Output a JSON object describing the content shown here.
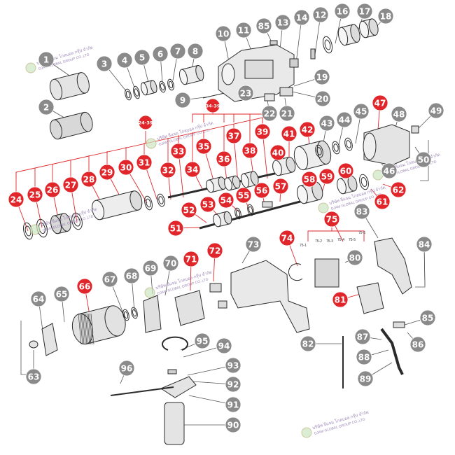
{
  "colors": {
    "gray_callout": "#8a8a8a",
    "red_callout": "#e0262a",
    "line_gray": "#555555",
    "line_red": "#e0262a",
    "part_fill": "#ededed",
    "part_stroke": "#2b2b2b"
  },
  "callouts": [
    {
      "label": "1",
      "kind": "gray"
    },
    {
      "label": "2",
      "kind": "gray"
    },
    {
      "label": "3",
      "kind": "gray"
    },
    {
      "label": "4",
      "kind": "gray"
    },
    {
      "label": "5",
      "kind": "gray"
    },
    {
      "label": "6",
      "kind": "gray"
    },
    {
      "label": "7",
      "kind": "gray"
    },
    {
      "label": "8",
      "kind": "gray"
    },
    {
      "label": "9",
      "kind": "gray"
    },
    {
      "label": "10",
      "kind": "gray"
    },
    {
      "label": "11",
      "kind": "gray"
    },
    {
      "label": "12",
      "kind": "gray"
    },
    {
      "label": "13",
      "kind": "gray"
    },
    {
      "label": "14",
      "kind": "gray"
    },
    {
      "label": "16",
      "kind": "gray"
    },
    {
      "label": "17",
      "kind": "gray"
    },
    {
      "label": "18",
      "kind": "gray"
    },
    {
      "label": "19",
      "kind": "gray"
    },
    {
      "label": "20",
      "kind": "gray"
    },
    {
      "label": "21",
      "kind": "gray"
    },
    {
      "label": "22",
      "kind": "gray"
    },
    {
      "label": "23",
      "kind": "gray"
    },
    {
      "label": "85",
      "kind": "gray"
    },
    {
      "label": "24-39",
      "kind": "red_small"
    },
    {
      "label": "34-39",
      "kind": "red_small"
    },
    {
      "label": "24",
      "kind": "red"
    },
    {
      "label": "25",
      "kind": "red"
    },
    {
      "label": "26",
      "kind": "red"
    },
    {
      "label": "27",
      "kind": "red"
    },
    {
      "label": "28",
      "kind": "red"
    },
    {
      "label": "29",
      "kind": "red"
    },
    {
      "label": "30",
      "kind": "red"
    },
    {
      "label": "31",
      "kind": "red"
    },
    {
      "label": "32",
      "kind": "red"
    },
    {
      "label": "33",
      "kind": "red"
    },
    {
      "label": "34",
      "kind": "red"
    },
    {
      "label": "35",
      "kind": "red"
    },
    {
      "label": "36",
      "kind": "red"
    },
    {
      "label": "37",
      "kind": "red"
    },
    {
      "label": "38",
      "kind": "red"
    },
    {
      "label": "39",
      "kind": "red"
    },
    {
      "label": "40",
      "kind": "red"
    },
    {
      "label": "41",
      "kind": "red"
    },
    {
      "label": "42",
      "kind": "red"
    },
    {
      "label": "43",
      "kind": "gray"
    },
    {
      "label": "44",
      "kind": "gray"
    },
    {
      "label": "45",
      "kind": "gray"
    },
    {
      "label": "46",
      "kind": "gray"
    },
    {
      "label": "47",
      "kind": "red"
    },
    {
      "label": "48",
      "kind": "gray"
    },
    {
      "label": "49",
      "kind": "gray"
    },
    {
      "label": "50",
      "kind": "gray"
    },
    {
      "label": "51",
      "kind": "red"
    },
    {
      "label": "52",
      "kind": "red"
    },
    {
      "label": "53",
      "kind": "red"
    },
    {
      "label": "54",
      "kind": "red"
    },
    {
      "label": "55",
      "kind": "red"
    },
    {
      "label": "56",
      "kind": "red"
    },
    {
      "label": "57",
      "kind": "red"
    },
    {
      "label": "58",
      "kind": "red"
    },
    {
      "label": "59",
      "kind": "red"
    },
    {
      "label": "60",
      "kind": "red"
    },
    {
      "label": "61",
      "kind": "red"
    },
    {
      "label": "62",
      "kind": "red"
    },
    {
      "label": "63",
      "kind": "gray"
    },
    {
      "label": "64",
      "kind": "gray"
    },
    {
      "label": "65",
      "kind": "gray"
    },
    {
      "label": "66",
      "kind": "red"
    },
    {
      "label": "67",
      "kind": "gray"
    },
    {
      "label": "68",
      "kind": "gray"
    },
    {
      "label": "69",
      "kind": "gray"
    },
    {
      "label": "70",
      "kind": "gray"
    },
    {
      "label": "71",
      "kind": "red"
    },
    {
      "label": "72",
      "kind": "red"
    },
    {
      "label": "73",
      "kind": "gray"
    },
    {
      "label": "74",
      "kind": "red"
    },
    {
      "label": "75",
      "kind": "red"
    },
    {
      "label": "80",
      "kind": "gray"
    },
    {
      "label": "81",
      "kind": "red"
    },
    {
      "label": "82",
      "kind": "gray"
    },
    {
      "label": "83",
      "kind": "gray"
    },
    {
      "label": "84",
      "kind": "gray"
    },
    {
      "label": "85",
      "kind": "gray"
    },
    {
      "label": "86",
      "kind": "gray"
    },
    {
      "label": "87",
      "kind": "gray"
    },
    {
      "label": "88",
      "kind": "gray"
    },
    {
      "label": "89",
      "kind": "gray"
    },
    {
      "label": "90",
      "kind": "gray"
    },
    {
      "label": "91",
      "kind": "gray"
    },
    {
      "label": "92",
      "kind": "gray"
    },
    {
      "label": "93",
      "kind": "gray"
    },
    {
      "label": "94",
      "kind": "gray"
    },
    {
      "label": "95",
      "kind": "gray"
    },
    {
      "label": "96",
      "kind": "gray"
    }
  ],
  "sub_labels": [
    "75-1",
    "75-2",
    "75-3",
    "75-4",
    "75-5",
    "75-6"
  ],
  "watermark": {
    "line1": "บริษัท จีแจม โกลบอล กรุ๊ป จำกัด",
    "line2": "GJAM GLOBAL GROUP CO.,LTD"
  }
}
